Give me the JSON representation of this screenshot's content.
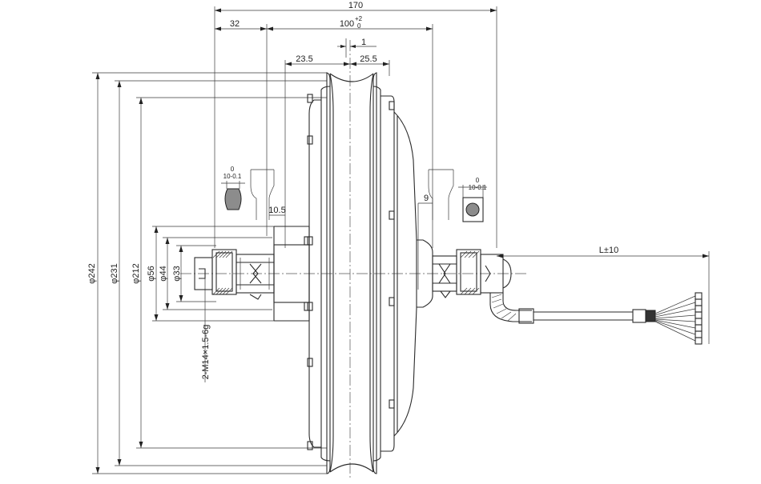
{
  "dimensions": {
    "overall_width": "170",
    "left_offset": "32",
    "hub_width_base": "100",
    "hub_width_upper_tol": "+2",
    "hub_width_lower_tol": "0",
    "center_offset": "1",
    "left_half": "23.5",
    "right_half": "25.5",
    "left_flat_width": "10-0.1",
    "left_flat_tol": "0",
    "right_flat_width": "10-0.1",
    "right_flat_tol": "0",
    "left_shoulder": "10.5",
    "right_shoulder": "9",
    "cable_length": "L±10",
    "dia_242": "φ242",
    "dia_231": "φ231",
    "dia_212": "φ212",
    "dia_56": "φ56",
    "dia_44": "φ44",
    "dia_33": "φ33",
    "thread": "2-M14×1.5-6g"
  }
}
